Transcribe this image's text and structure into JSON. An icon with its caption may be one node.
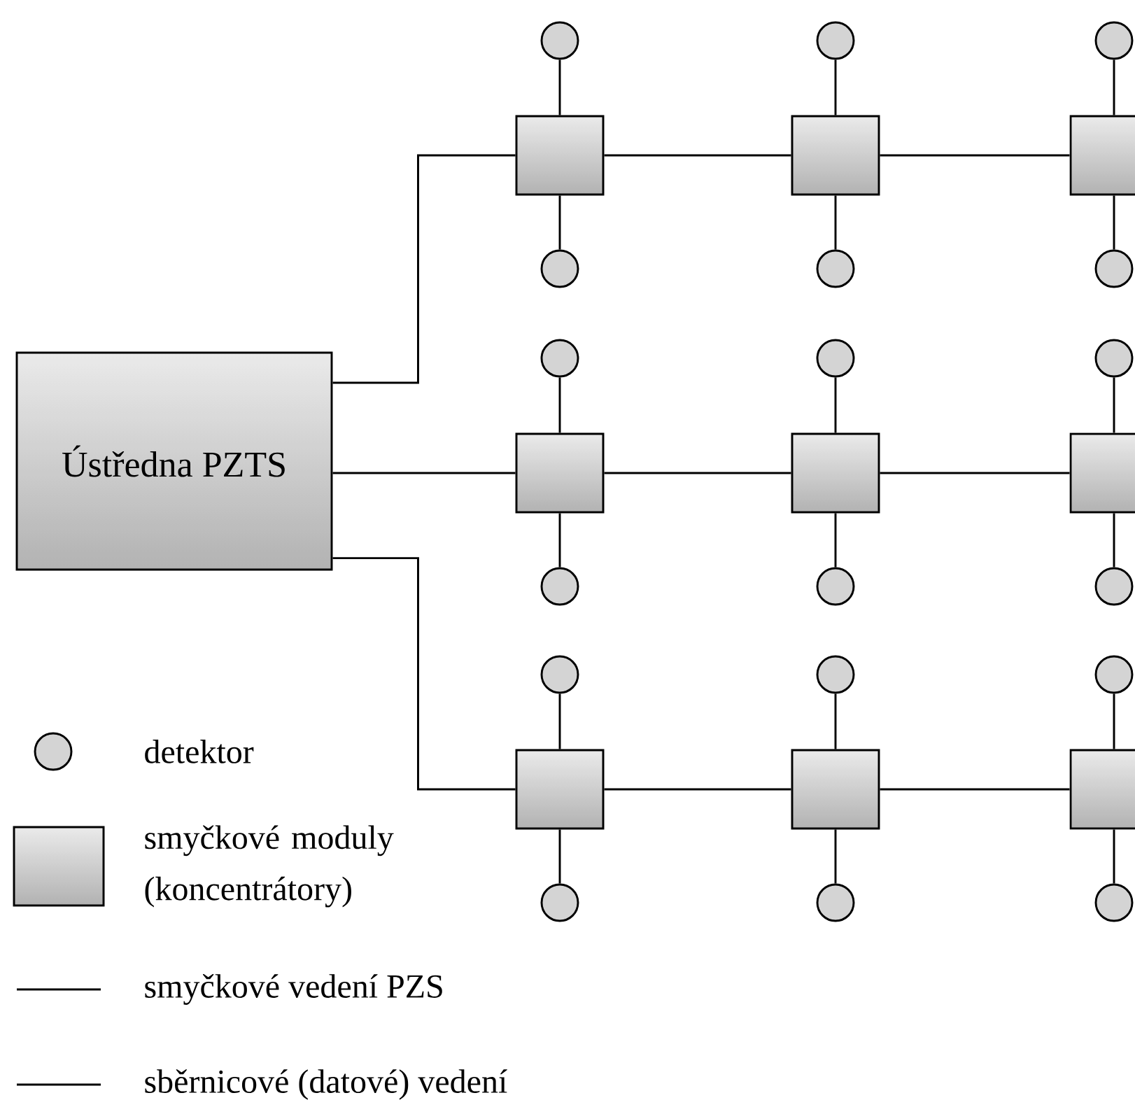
{
  "diagram": {
    "nodes": [
      {
        "text": [
          "Ústředna PZTS"
        ]
      },
      {
        "text": [],
        "shape": "box"
      },
      {
        "text": [],
        "shape": "circle"
      },
      {
        "text": [],
        "shape": "circle"
      },
      {
        "text": [],
        "shape": "box"
      },
      {
        "text": [],
        "shape": "circle"
      },
      {
        "text": [],
        "shape": "circle"
      },
      {
        "text": [],
        "shape": "box"
      },
      {
        "text": [],
        "shape": "circle"
      },
      {
        "text": [],
        "shape": "circle"
      },
      {
        "text": [],
        "shape": "box"
      },
      {
        "text": [],
        "shape": "circle"
      },
      {
        "text": [],
        "shape": "circle"
      },
      {
        "text": [],
        "shape": "box"
      },
      {
        "text": [],
        "shape": "circle"
      },
      {
        "text": [],
        "shape": "circle"
      },
      {
        "text": [],
        "shape": "box"
      },
      {
        "text": [],
        "shape": "circle"
      },
      {
        "text": [],
        "shape": "circle"
      },
      {
        "text": [],
        "shape": "box"
      },
      {
        "text": [],
        "shape": "circle"
      },
      {
        "text": [],
        "shape": "circle"
      },
      {
        "text": [],
        "shape": "box"
      },
      {
        "text": [],
        "shape": "circle"
      },
      {
        "text": [],
        "shape": "circle"
      },
      {
        "text": [],
        "shape": "box"
      },
      {
        "text": [],
        "shape": "circle"
      },
      {
        "text": [],
        "shape": "circle"
      }
    ],
    "edges": [
      {
        "from": 0,
        "to": 1,
        "arrow": "none"
      },
      {
        "from": 1,
        "to": 2,
        "arrow": "none"
      },
      {
        "from": 1,
        "to": 3,
        "arrow": "none"
      },
      {
        "from": 1,
        "to": 4,
        "arrow": "none"
      },
      {
        "from": 4,
        "to": 5,
        "arrow": "none"
      },
      {
        "from": 4,
        "to": 6,
        "arrow": "none"
      },
      {
        "from": 4,
        "to": 7,
        "arrow": "none"
      },
      {
        "from": 7,
        "to": 8,
        "arrow": "none"
      },
      {
        "from": 7,
        "to": 9,
        "arrow": "none"
      },
      {
        "from": 0,
        "to": 10,
        "arrow": "none"
      },
      {
        "from": 10,
        "to": 11,
        "arrow": "none"
      },
      {
        "from": 10,
        "to": 12,
        "arrow": "none"
      },
      {
        "from": 10,
        "to": 13,
        "arrow": "none"
      },
      {
        "from": 13,
        "to": 14,
        "arrow": "none"
      },
      {
        "from": 13,
        "to": 15,
        "arrow": "none"
      },
      {
        "from": 13,
        "to": 16,
        "arrow": "none"
      },
      {
        "from": 16,
        "to": 17,
        "arrow": "none"
      },
      {
        "from": 16,
        "to": 18,
        "arrow": "none"
      },
      {
        "from": 0,
        "to": 19,
        "arrow": "none"
      },
      {
        "from": 19,
        "to": 20,
        "arrow": "none"
      },
      {
        "from": 19,
        "to": 21,
        "arrow": "none"
      },
      {
        "from": 19,
        "to": 22,
        "arrow": "none"
      },
      {
        "from": 22,
        "to": 23,
        "arrow": "none"
      },
      {
        "from": 22,
        "to": 24,
        "arrow": "none"
      },
      {
        "from": 22,
        "to": 25,
        "arrow": "none"
      },
      {
        "from": 25,
        "to": 26,
        "arrow": "none"
      },
      {
        "from": 25,
        "to": 27,
        "arrow": "none"
      }
    ],
    "legend": [
      {
        "text": "detektor"
      },
      {
        "text": "smyčkové moduly (koncentrátory)"
      },
      {
        "text": "smyčkové vedení PZS"
      },
      {
        "text": "sběrnicové (datové) vedení"
      }
    ]
  }
}
